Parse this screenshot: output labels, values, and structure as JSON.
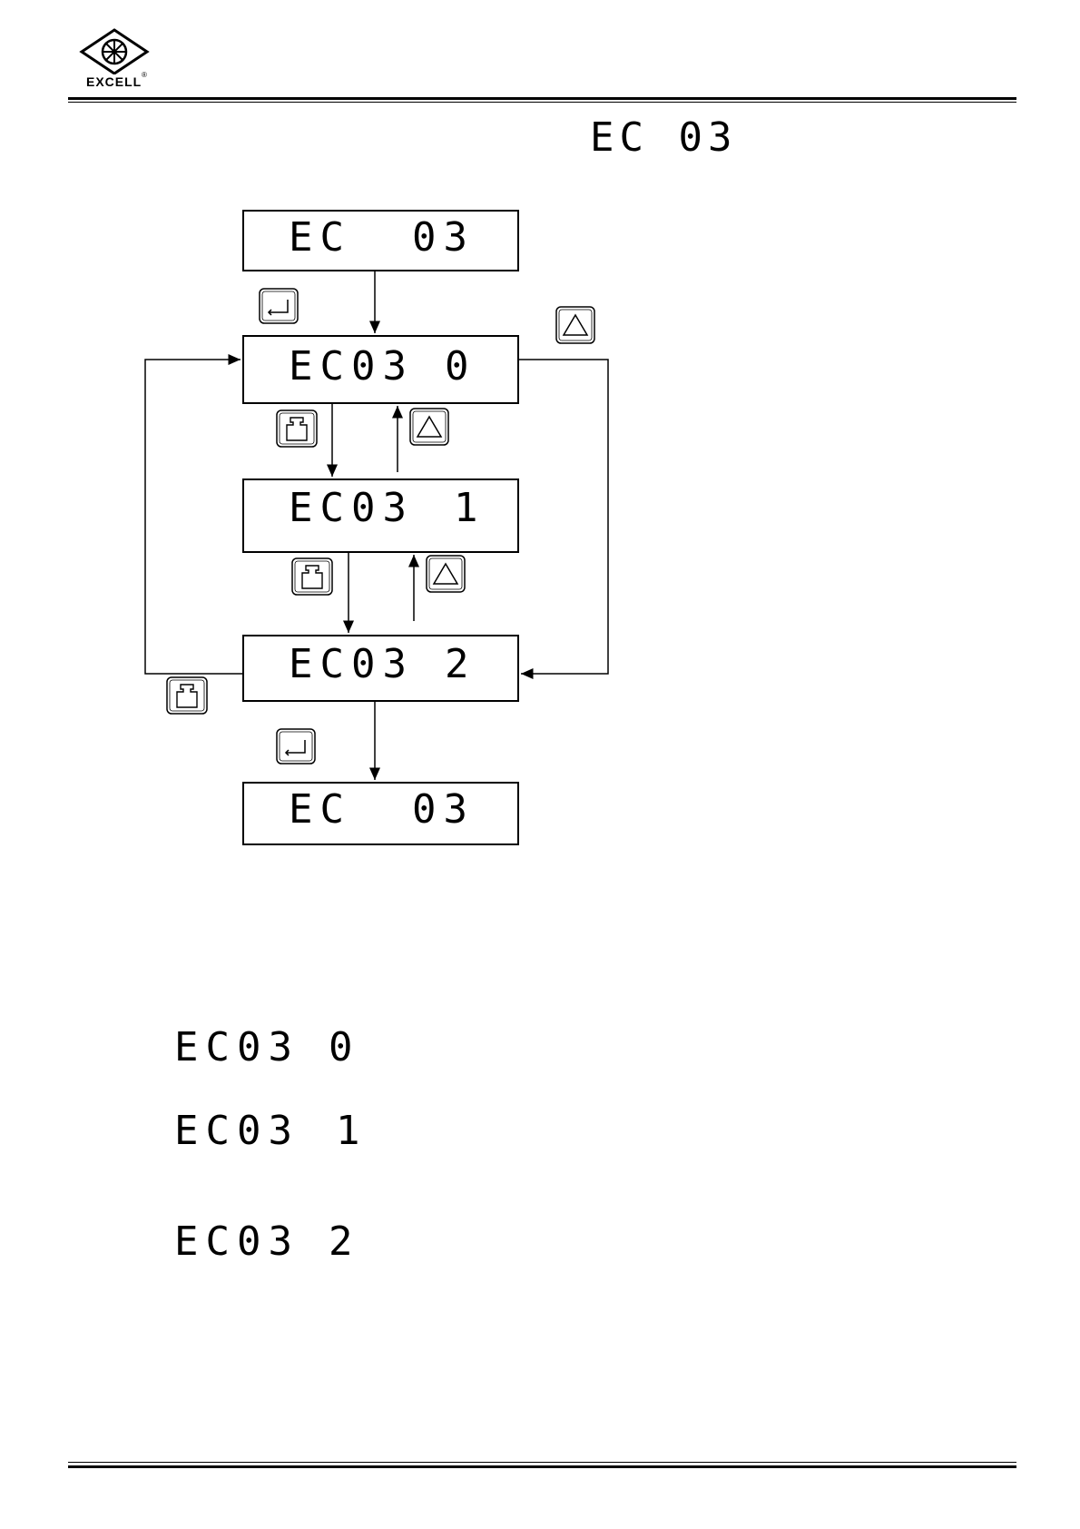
{
  "header": {
    "brand": "EXCELL",
    "registered_mark": "®",
    "title_display": "EC 03"
  },
  "flow": {
    "displays": [
      {
        "left": "EC",
        "right": "03"
      },
      {
        "left": "EC03",
        "right": "0"
      },
      {
        "left": "EC03",
        "right": "1"
      },
      {
        "left": "EC03",
        "right": "2"
      },
      {
        "left": "EC",
        "right": "03"
      }
    ],
    "keys": {
      "enter": "enter-key",
      "up": "up-arrow-key",
      "tare": "tare-weight-key"
    }
  },
  "options": [
    {
      "left": "EC03",
      "right": "0"
    },
    {
      "left": "EC03",
      "right": "1"
    },
    {
      "left": "EC03",
      "right": "2"
    }
  ]
}
